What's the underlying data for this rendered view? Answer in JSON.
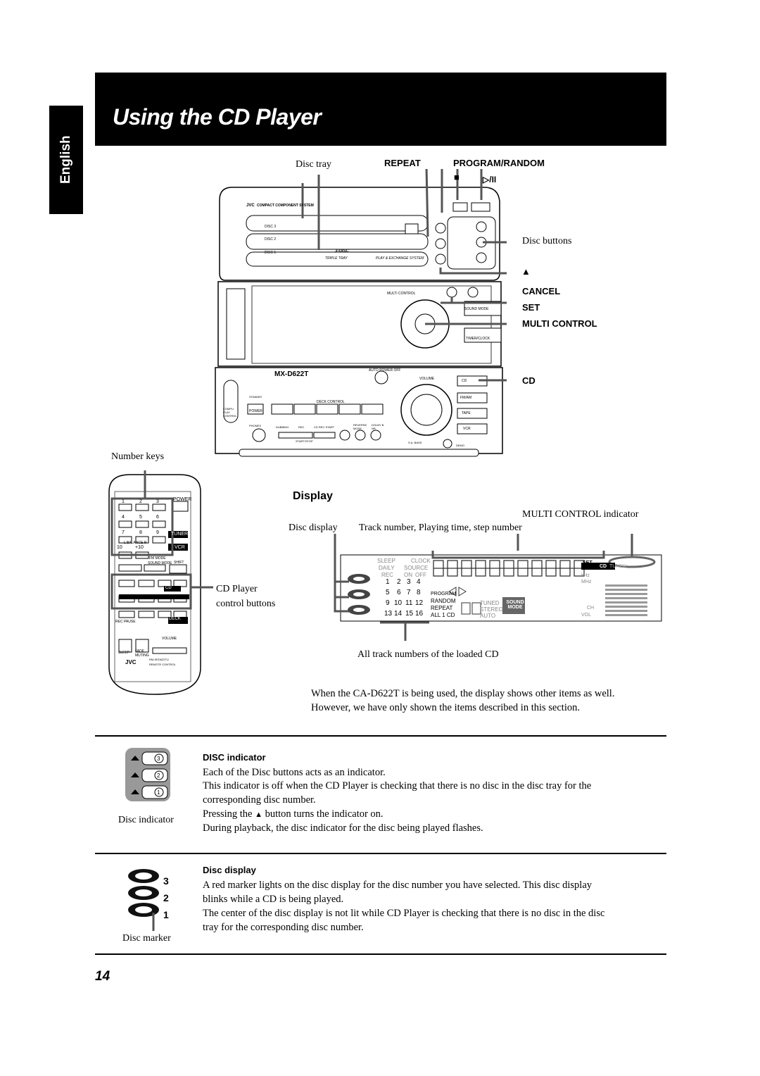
{
  "page": {
    "title": "Using the CD Player",
    "language_tab": "English",
    "page_number": "14"
  },
  "unit_labels": {
    "disc_tray": "Disc tray",
    "repeat": "REPEAT",
    "program_random": "PROGRAM/RANDOM",
    "stop_symbol": "■",
    "play_pause_symbol": "▷/II",
    "disc_buttons": "Disc buttons",
    "eject_symbol": "▲",
    "cancel": "CANCEL",
    "set": "SET",
    "multi_control": "MULTI CONTROL",
    "cd": "CD",
    "number_keys": "Number keys",
    "cd_player_control_buttons_1": "CD Player",
    "cd_player_control_buttons_2": "control buttons"
  },
  "unit_face": {
    "brand": "JVC",
    "system_name": "COMPACT COMPONENT SYSTEM",
    "model": "MX-D622T",
    "triple_tray": "TRIPLE TRAY",
    "three_disc": "3-DISC",
    "play_exchange": "PLAY & EXCHANGE SYSTEM",
    "multi_control_face": "MULTI CONTROL",
    "sound_mode": "SOUND MODE",
    "timer_clock": "TIMER/CLOCK",
    "deck_control": "DECK CONTROL",
    "power": "POWER",
    "volume": "VOLUME",
    "sources": [
      "CD",
      "FM/AM",
      "TAPE",
      "VCR"
    ],
    "demo": "DEMO",
    "sa_bass": "S.A. BASS",
    "auto_power_off": "AUTO POWER OFF",
    "standby": "STANDBY",
    "phones": "PHONES",
    "dubbing": "DUBBING",
    "rec": "REC",
    "cd_rec_start": "CD REC START",
    "start_stop": "START/STOP",
    "reverse_mode": "REVERSE MODE",
    "dolby_b": "DOLBY B NR",
    "compu_play": "COMPU PLAY CONTROL",
    "tray_labels": [
      "DISC 3",
      "DISC 2",
      "DISC 1"
    ]
  },
  "remote": {
    "power": "POWER",
    "keys_row1": [
      "1",
      "2",
      "3"
    ],
    "keys_row2": [
      "4",
      "5",
      "6"
    ],
    "keys_row3": [
      "7",
      "8",
      "9"
    ],
    "tuner": "TUNER",
    "l_balance_r": "L BALANCE R",
    "ten": "10",
    "plus_ten": "+10",
    "vcr": "VCR",
    "fm_mode": "FM MODE",
    "sound_mode": "SOUND MODE",
    "shift": "SHIFT",
    "cd": "CD",
    "deck": "DECK",
    "rec_pause": "REC PAUSE",
    "volume": "VOLUME",
    "sleep": "SLEEP",
    "fade_muting": "FADE MUTING",
    "brand": "JVC",
    "model": "RM-SED622TU",
    "remote_control": "REMOTE CONTROL"
  },
  "display_section": {
    "heading": "Display",
    "multi_control_indicator": "MULTI CONTROL indicator",
    "disc_display": "Disc display",
    "track_info": "Track number, Playing time, step number",
    "all_track_numbers": "All track numbers of the loaded CD",
    "lcd": {
      "sleep": "SLEEP",
      "clock": "CLOCK",
      "daily": "DAILY",
      "source": "SOURCE",
      "rec": "REC",
      "on": "ON",
      "off": "OFF",
      "track_numbers": [
        "1",
        "2",
        "3",
        "4",
        "5",
        "6",
        "7",
        "8",
        "9",
        "10",
        "11",
        "12",
        "13",
        "14",
        "15",
        "16"
      ],
      "program": "PROGRAM",
      "random": "RANDOM",
      "repeat": "REPEAT",
      "all_1cd": "ALL 1 CD",
      "tuned": "TUNED",
      "stereo": "STEREO",
      "auto": "AUTO",
      "sound_mode": "SOUND MODE",
      "set": "SET",
      "cd": "CD",
      "tuner": "TUNER",
      "khz": "kHz",
      "mhz": "MHz",
      "ch": "CH",
      "vol": "VOL"
    },
    "note_line1": "When the CA-D622T is being used, the display shows other items as well.",
    "note_line2": "However, we have only shown the items described in this section."
  },
  "disc_indicator_section": {
    "caption": "Disc indicator",
    "heading": "DISC indicator",
    "line1": "Each of the Disc buttons acts as an indicator.",
    "line2": "This indicator is off when the CD Player is checking that there is no disc in the disc tray for the",
    "line3": "corresponding disc number.",
    "line4_pre": "Pressing the",
    "line4_post": "button turns the indicator on.",
    "line5": "During playback, the disc indicator for the disc being played flashes."
  },
  "disc_display_section": {
    "caption": "Disc marker",
    "heading": "Disc display",
    "line1": "A red marker lights on the disc display for the disc number you have selected. This disc display",
    "line2": "blinks while a CD is being played.",
    "line3": "The center of the disc display is not lit while CD Player is checking that there is no disc in the disc",
    "line4": "tray for the corresponding disc number."
  }
}
